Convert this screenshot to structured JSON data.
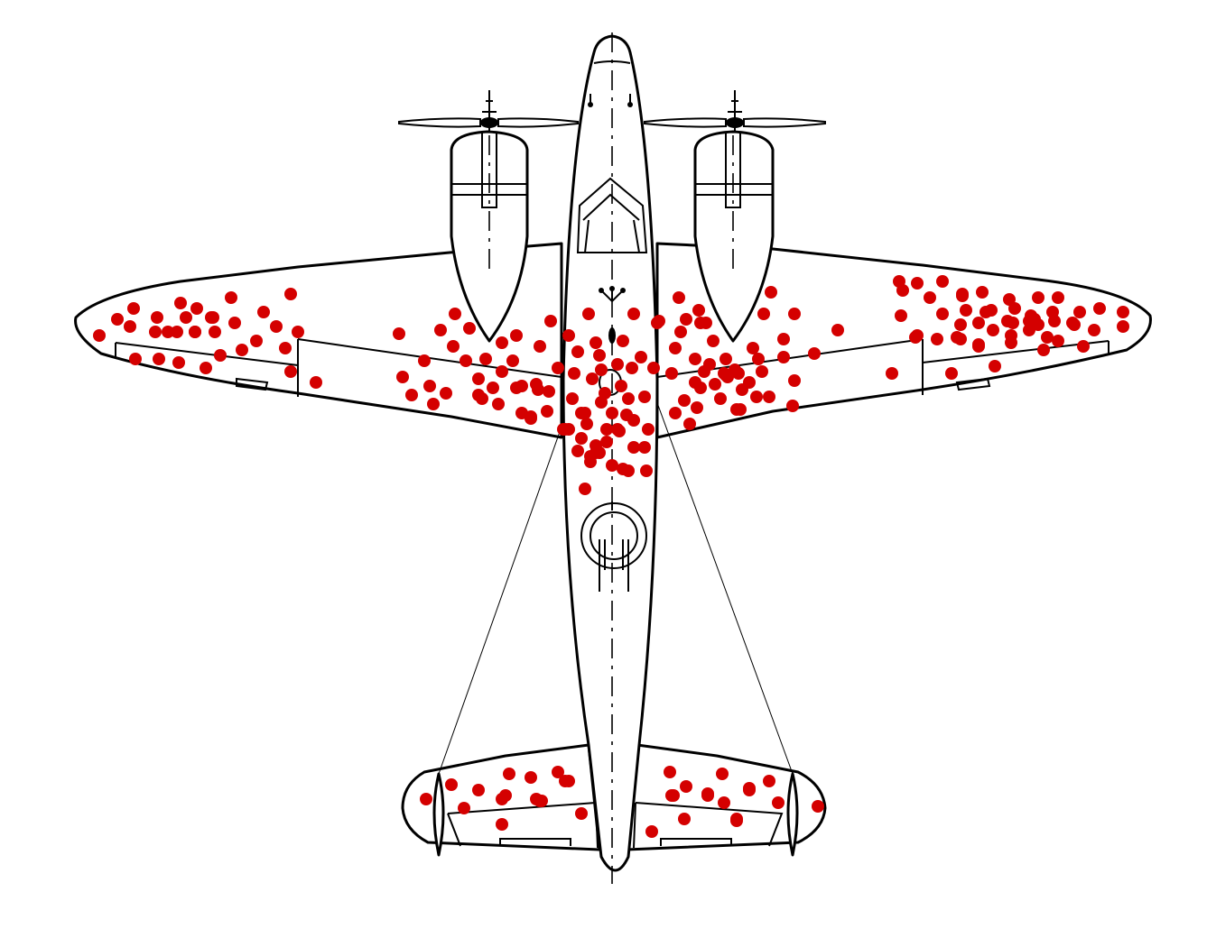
{
  "diagram": {
    "subject": "aircraft-top-view",
    "hit_marker_color": "#d40000",
    "outline_color": "#000000",
    "background_color": "#ffffff",
    "hit_regions": [
      {
        "region": "left-wing",
        "count": 58
      },
      {
        "region": "left-wing-root",
        "count": 40
      },
      {
        "region": "fuselage-center",
        "count": 42
      },
      {
        "region": "right-wing-root",
        "count": 46
      },
      {
        "region": "right-wing",
        "count": 52
      },
      {
        "region": "left-tailplane",
        "count": 16
      },
      {
        "region": "right-tailplane",
        "count": 17
      }
    ],
    "icons": [
      "aircraft-outline",
      "propeller-icon",
      "engine-nacelle",
      "cockpit-canopy",
      "gun-turret",
      "hit-marker"
    ]
  }
}
